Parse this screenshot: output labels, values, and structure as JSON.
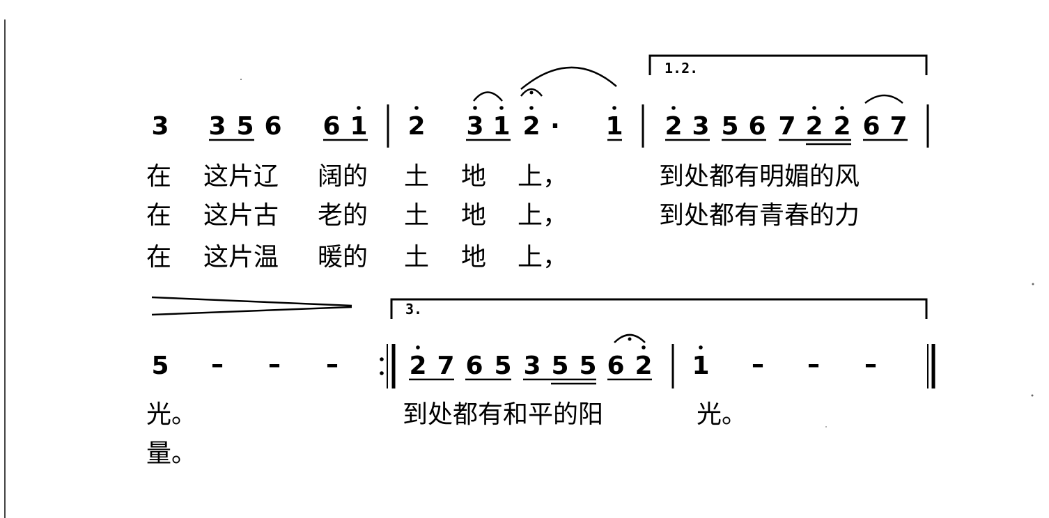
{
  "score": {
    "system1": {
      "notes": [
        "3",
        "3",
        "5",
        "6",
        "6",
        "1",
        "2",
        "3",
        "1",
        "2",
        "·",
        "1",
        "2",
        "3",
        "5",
        "6",
        "7",
        "2",
        "2",
        "6",
        "7"
      ],
      "ending_label": "1.2."
    },
    "system2": {
      "notes": [
        "5",
        "2",
        "7",
        "6",
        "5",
        "3",
        "5",
        "5",
        "6",
        "2",
        "1"
      ],
      "dash": "–",
      "ending_label": "3."
    },
    "lyrics": {
      "verse1": [
        "在",
        "这片辽",
        "阔的",
        "土",
        "地",
        "上，",
        "到处都有明媚的风"
      ],
      "verse2": [
        "在",
        "这片古",
        "老的",
        "土",
        "地",
        "上，",
        "到处都有青春的力"
      ],
      "verse3": [
        "在",
        "这片温",
        "暖的",
        "土",
        "地",
        "上，"
      ],
      "line4": [
        "光。",
        "到处都有和平的阳",
        "光。"
      ],
      "line5": [
        "量。"
      ]
    }
  }
}
